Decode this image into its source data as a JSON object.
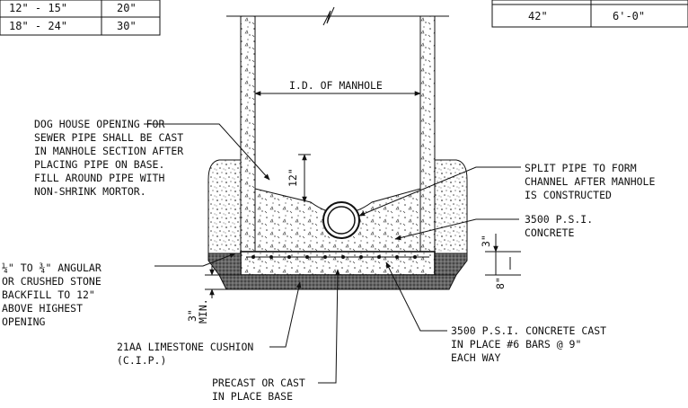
{
  "tables": {
    "left": {
      "rows": [
        [
          "12\" - 15\"",
          "20\""
        ],
        [
          "18\" - 24\"",
          "30\""
        ]
      ]
    },
    "right": {
      "rows": [
        [
          "42\"",
          "6'-0\""
        ]
      ]
    }
  },
  "labels": {
    "id_of_manhole": "I.D. OF MANHOLE",
    "dog_house": [
      "DOG HOUSE OPENING FOR",
      "SEWER PIPE SHALL BE CAST",
      "IN MANHOLE SECTION AFTER",
      "PLACING PIPE ON BASE.",
      "FILL AROUND PIPE WITH",
      "NON-SHRINK MORTOR."
    ],
    "split_pipe": [
      "SPLIT PIPE TO FORM",
      "CHANNEL AFTER MANHOLE",
      "IS CONSTRUCTED"
    ],
    "concrete_3500": [
      "3500 P.S.I.",
      "CONCRETE"
    ],
    "backfill": [
      "¼\" TO ¾\" ANGULAR",
      "OR CRUSHED STONE",
      "BACKFILL TO 12\"",
      "ABOVE HIGHEST",
      "OPENING"
    ],
    "limestone": [
      "21AA LIMESTONE CUSHION",
      "(C.I.P.)"
    ],
    "base": [
      "PRECAST OR CAST",
      "IN PLACE BASE"
    ],
    "cast_in_place": [
      "3500 P.S.I. CONCRETE CAST",
      "IN PLACE #6 BARS @ 9\"",
      "EACH WAY"
    ]
  },
  "dimensions": {
    "dim_12": "12\"",
    "dim_3_top": "3\"",
    "dim_8": "8\"",
    "dim_3_min": "3\"",
    "dim_min": "MIN."
  }
}
